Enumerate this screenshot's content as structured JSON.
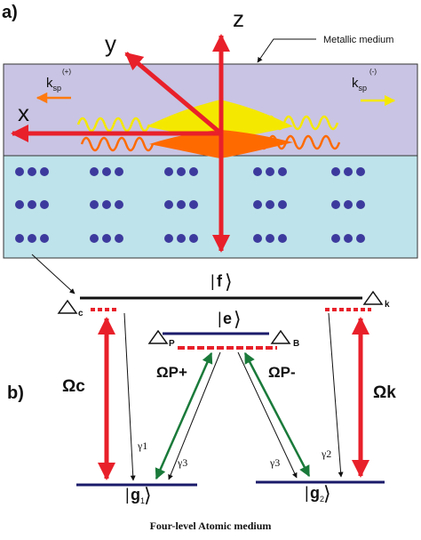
{
  "panel_a": {
    "label": "a)",
    "metallic_medium_label": "Metallic medium",
    "axes": {
      "x": "x",
      "y": "y",
      "z": "z"
    },
    "ksp_plus": {
      "base": "k",
      "sub": "sp",
      "sup": "(+)"
    },
    "ksp_minus": {
      "base": "k",
      "sub": "sp",
      "sup": "(-)"
    },
    "colors": {
      "metal": "#c9c4e3",
      "dielectric": "#bfe3ea",
      "dots": "#3d3a9e",
      "axis": "#e8202a",
      "wave_yellow": "#f5e800",
      "wave_orange": "#ff6a00"
    }
  },
  "panel_b": {
    "label": "b)",
    "levels": {
      "f": "f",
      "e": "e",
      "g1": "g",
      "g1_sub": "1",
      "g2": "g",
      "g2_sub": "2"
    },
    "detunings": {
      "c": "c",
      "k": "k",
      "p": "P",
      "b": "B"
    },
    "couplings": {
      "omega_c": "Ωc",
      "omega_k": "Ωk",
      "omega_p_plus": "ΩP+",
      "omega_p_minus": "ΩP-"
    },
    "decays": {
      "gamma1": "γ1",
      "gamma2": "γ2",
      "gamma3_left": "γ3",
      "gamma3_right": "γ3"
    },
    "colors": {
      "red": "#e8202a",
      "green": "#1a7a3a",
      "level": "#1b1b6b"
    }
  },
  "caption": "Four-level Atomic medium"
}
